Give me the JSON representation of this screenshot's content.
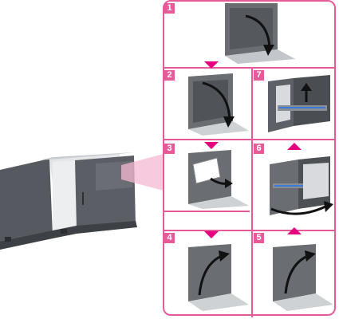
{
  "steps": [
    {
      "num": "1"
    },
    {
      "num": "2"
    },
    {
      "num": "3"
    },
    {
      "num": "4"
    },
    {
      "num": "5"
    },
    {
      "num": "6"
    },
    {
      "num": "7"
    }
  ],
  "colors": {
    "accent": "#e75a9a",
    "arrow": "#e4007f",
    "machine_dark": "#4a4d55",
    "machine_light": "#d7d9dc"
  }
}
